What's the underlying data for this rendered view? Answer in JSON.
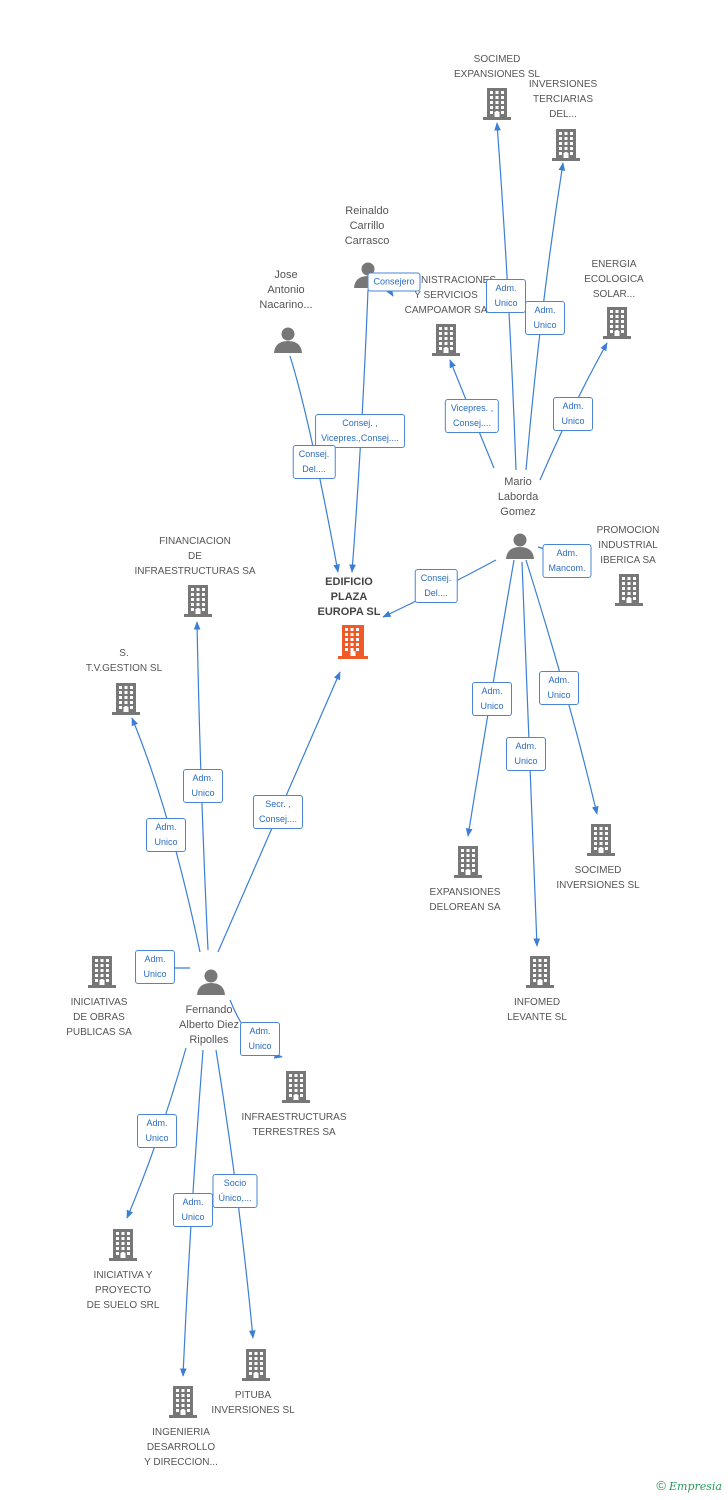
{
  "colors": {
    "edge": "#3a7fd5",
    "company": "#777777",
    "focus": "#f05a28",
    "person": "#777777"
  },
  "nodes": [
    {
      "id": "socimed_exp",
      "type": "company",
      "label": "SOCIMED\nEXPANSIONES SL"
    },
    {
      "id": "inv_terciarias",
      "type": "company",
      "label": "INVERSIONES\nTERCIARIAS\nDEL..."
    },
    {
      "id": "reinaldo",
      "type": "person",
      "label": "Reinaldo\nCarrillo\nCarrasco"
    },
    {
      "id": "jose",
      "type": "person",
      "label": "Jose\nAntonio\nNacarino..."
    },
    {
      "id": "admin_campoamor",
      "type": "company",
      "label": "ADMINISTRACIONES\nY SERVICIOS\nCAMPOAMOR SA"
    },
    {
      "id": "energia",
      "type": "company",
      "label": "ENERGIA\nECOLOGICA\nSOLAR..."
    },
    {
      "id": "mario",
      "type": "person",
      "label": "Mario\nLaborda\nGomez"
    },
    {
      "id": "promocion",
      "type": "company",
      "label": "PROMOCION\nINDUSTRIAL\nIBERICA SA"
    },
    {
      "id": "edificio",
      "type": "focus",
      "label": "EDIFICIO\nPLAZA\nEUROPA SL"
    },
    {
      "id": "financiacion",
      "type": "company",
      "label": "FINANCIACION\nDE\nINFRAESTRUCTURAS SA"
    },
    {
      "id": "stv",
      "type": "company",
      "label": "S.\nT.V.GESTION SL"
    },
    {
      "id": "expansiones_delorean",
      "type": "company",
      "label": "EXPANSIONES\nDELOREAN SA"
    },
    {
      "id": "socimed_inv",
      "type": "company",
      "label": "SOCIMED\nINVERSIONES SL"
    },
    {
      "id": "infomed",
      "type": "company",
      "label": "INFOMED\nLEVANTE SL"
    },
    {
      "id": "iniciativas_obras",
      "type": "company",
      "label": "INICIATIVAS\nDE OBRAS\nPUBLICAS SA"
    },
    {
      "id": "fernando",
      "type": "person",
      "label": "Fernando\nAlberto Diez\nRipolles"
    },
    {
      "id": "infra_terrestres",
      "type": "company",
      "label": "INFRAESTRUCTURAS\nTERRESTRES SA"
    },
    {
      "id": "iniciativa_proyecto",
      "type": "company",
      "label": "INICIATIVA Y\nPROYECTO\nDE SUELO SRL"
    },
    {
      "id": "pituba",
      "type": "company",
      "label": "PITUBA\nINVERSIONES SL"
    },
    {
      "id": "ingenieria",
      "type": "company",
      "label": "INGENIERIA\nDESARROLLO\nY DIRECCION..."
    }
  ],
  "edges": [
    {
      "from": "reinaldo",
      "to": "edificio",
      "label": "Consej. ,\nVicepres.,Consej...."
    },
    {
      "from": "reinaldo",
      "to": "admin_campoamor",
      "label": "Consejero"
    },
    {
      "from": "jose",
      "to": "edificio",
      "label": "Consej.\nDel...."
    },
    {
      "from": "mario",
      "to": "socimed_exp",
      "label": "Adm.\nUnico"
    },
    {
      "from": "mario",
      "to": "inv_terciarias",
      "label": "Adm.\nUnico"
    },
    {
      "from": "mario",
      "to": "admin_campoamor",
      "label": "Vicepres. ,\nConsej...."
    },
    {
      "from": "mario",
      "to": "energia",
      "label": "Adm.\nUnico"
    },
    {
      "from": "mario",
      "to": "promocion",
      "label": "Adm.\nMancom."
    },
    {
      "from": "mario",
      "to": "edificio",
      "label": "Consej.\nDel...."
    },
    {
      "from": "mario",
      "to": "expansiones_delorean",
      "label": "Adm.\nUnico"
    },
    {
      "from": "mario",
      "to": "infomed",
      "label": "Adm.\nUnico"
    },
    {
      "from": "mario",
      "to": "socimed_inv",
      "label": "Adm.\nUnico"
    },
    {
      "from": "fernando",
      "to": "edificio",
      "label": "Secr. ,\nConsej...."
    },
    {
      "from": "fernando",
      "to": "financiacion",
      "label": "Adm.\nUnico"
    },
    {
      "from": "fernando",
      "to": "stv",
      "label": "Adm.\nUnico"
    },
    {
      "from": "fernando",
      "to": "iniciativas_obras",
      "label": "Adm.\nUnico"
    },
    {
      "from": "fernando",
      "to": "infra_terrestres",
      "label": "Adm.\nUnico"
    },
    {
      "from": "fernando",
      "to": "iniciativa_proyecto",
      "label": "Adm.\nUnico"
    },
    {
      "from": "fernando",
      "to": "ingenieria",
      "label": "Adm.\nUnico"
    },
    {
      "from": "fernando",
      "to": "pituba",
      "label": "Socio\nÚnico,..."
    }
  ],
  "footer": {
    "copyright": "©",
    "brand": "Empresia"
  }
}
